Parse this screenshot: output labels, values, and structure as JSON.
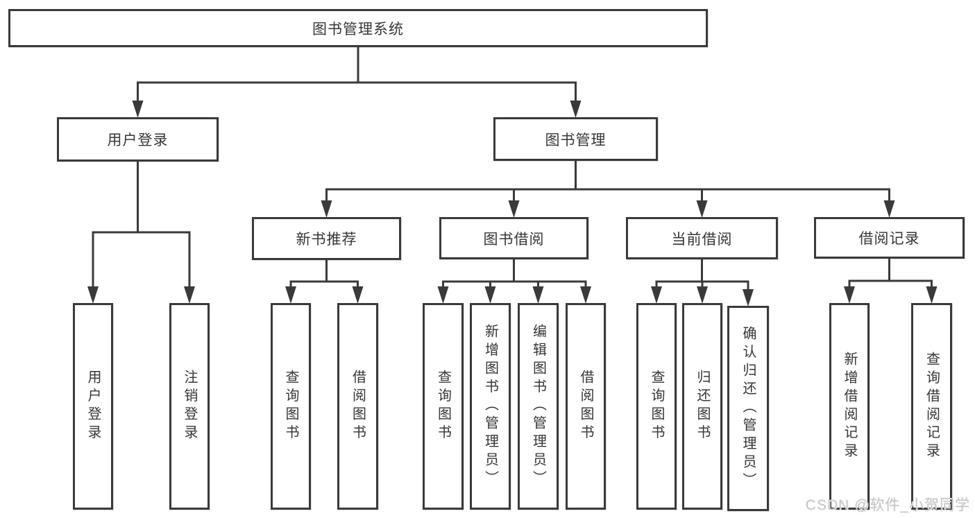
{
  "diagram": {
    "title": "图书管理系统",
    "line_color": "#3a3a3a",
    "nodes": {
      "root": {
        "label": "图书管理系统"
      },
      "user_login": {
        "label": "用户登录"
      },
      "book_mgmt": {
        "label": "图书管理"
      },
      "new_book_rec": {
        "label": "新书推荐"
      },
      "book_borrow": {
        "label": "图书借阅"
      },
      "current_borrow": {
        "label": "当前借阅"
      },
      "borrow_record": {
        "label": "借阅记录"
      },
      "v_user_login": {
        "label": "用户登录"
      },
      "v_logout": {
        "label": "注销登录"
      },
      "v_nb_query": {
        "label": "查询图书"
      },
      "v_nb_borrow": {
        "label": "借阅图书"
      },
      "v_bb_query": {
        "label": "查询图书"
      },
      "v_bb_add": {
        "label": "新增图书（管理员）"
      },
      "v_bb_edit": {
        "label": "编辑图书（管理员）"
      },
      "v_bb_borrow": {
        "label": "借阅图书"
      },
      "v_cb_query": {
        "label": "查询图书"
      },
      "v_cb_return": {
        "label": "归还图书"
      },
      "v_cb_confirm": {
        "label": "确认归还（管理员）"
      },
      "v_br_add": {
        "label": "新增借阅记录"
      },
      "v_br_query": {
        "label": "查询借阅记录"
      }
    },
    "edges": [
      {
        "parent": "root",
        "children": [
          "user_login",
          "book_mgmt"
        ]
      },
      {
        "parent": "user_login",
        "children": [
          "v_user_login",
          "v_logout"
        ]
      },
      {
        "parent": "book_mgmt",
        "children": [
          "new_book_rec",
          "book_borrow",
          "current_borrow",
          "borrow_record"
        ]
      },
      {
        "parent": "new_book_rec",
        "children": [
          "v_nb_query",
          "v_nb_borrow"
        ]
      },
      {
        "parent": "book_borrow",
        "children": [
          "v_bb_query",
          "v_bb_add",
          "v_bb_edit",
          "v_bb_borrow"
        ]
      },
      {
        "parent": "current_borrow",
        "children": [
          "v_cb_query",
          "v_cb_return",
          "v_cb_confirm"
        ]
      },
      {
        "parent": "borrow_record",
        "children": [
          "v_br_add",
          "v_br_query"
        ]
      }
    ]
  },
  "watermark": {
    "text": "CSDN @软件_小贺同学"
  }
}
